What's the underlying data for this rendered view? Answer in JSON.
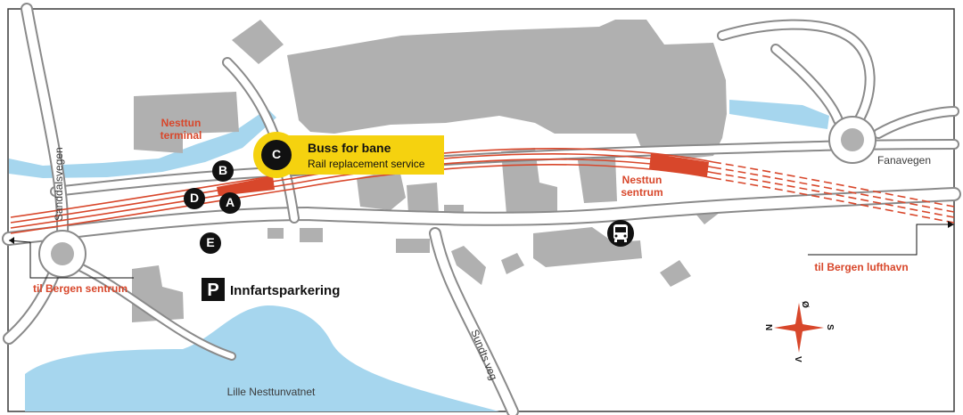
{
  "map": {
    "places": {
      "nesttun_terminal_l1": "Nesttun",
      "nesttun_terminal_l2": "terminal",
      "nesttun_sentrum_l1": "Nesttun",
      "nesttun_sentrum_l2": "sentrum",
      "til_bergen_sentrum": "til Bergen sentrum",
      "til_bergen_lufthavn": "til Bergen lufthavn",
      "lille_nesttunvatnet": "Lille Nesttunvatnet"
    },
    "roads": {
      "sanddalsvegen": "Sanddalsvegen",
      "fanavegen": "Fanavegen",
      "sundts_veg": "Sundts veg"
    },
    "callout": {
      "letter": "C",
      "title": "Buss for bane",
      "subtitle": "Rail replacement  service",
      "bg_color": "#f5d20f"
    },
    "stops": [
      "A",
      "B",
      "C",
      "D",
      "E"
    ],
    "parking": {
      "icon_letter": "P",
      "label": "Innfartsparkering"
    },
    "compass": {
      "n": "N",
      "s": "S",
      "o": "Ø",
      "v": "V"
    },
    "icons": [
      "bus-icon",
      "parking-icon",
      "compass-icon",
      "arrow-left-icon",
      "arrow-right-icon"
    ],
    "colors": {
      "rail": "#d8472b",
      "water": "#a6d6ee",
      "building": "#b0b0b0",
      "road_edge": "#8a8a8a",
      "highlight": "#f5d20f"
    }
  }
}
